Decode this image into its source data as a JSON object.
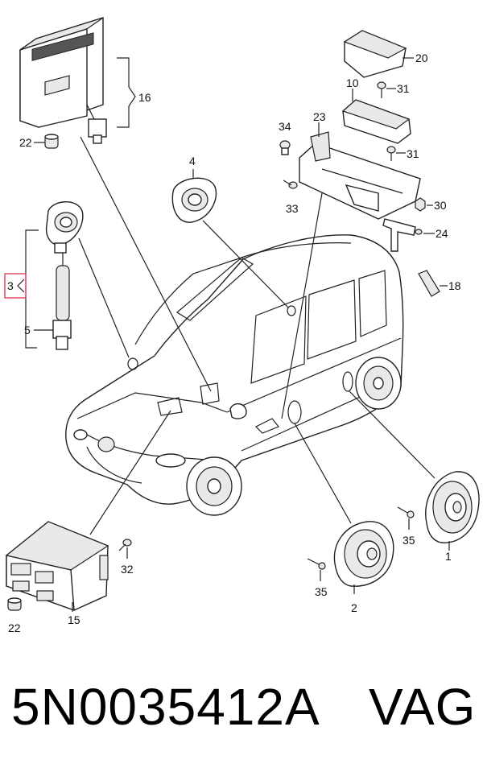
{
  "diagram": {
    "callouts": {
      "c1": "1",
      "c2": "2",
      "c3": "3",
      "c4": "4",
      "c5": "5",
      "c10": "10",
      "c15": "15",
      "c16": "16",
      "c18": "18",
      "c20": "20",
      "c22a": "22",
      "c22b": "22",
      "c23": "23",
      "c24": "24",
      "c30": "30",
      "c31a": "31",
      "c31b": "31",
      "c32": "32",
      "c33": "33",
      "c34": "34",
      "c35a": "35",
      "c35b": "35"
    },
    "highlight_color": "#e0405a"
  },
  "footer": {
    "part_number": "5N0035412A",
    "brand": "VAG"
  }
}
